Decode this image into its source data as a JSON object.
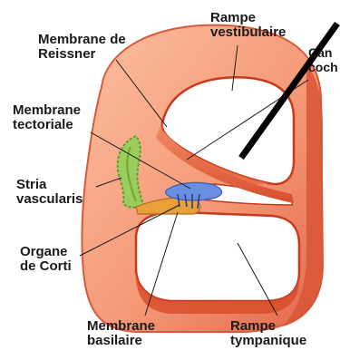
{
  "labels": {
    "rampe_vestibulaire": [
      "Rampe",
      "vestibulaire"
    ],
    "membrane_reissner": [
      "Membrane de",
      "Reissner"
    ],
    "canal_cochleaire": [
      "Can",
      "coch"
    ],
    "membrane_tectoriale": [
      "Membrane",
      "tectoriale"
    ],
    "stria_vascularis": [
      "Stria",
      "vascularis"
    ],
    "organe_corti": [
      "Organe",
      "de Corti"
    ],
    "membrane_basilaire": [
      "Membrane",
      "basilaire"
    ],
    "rampe_tympanique": [
      "Rampe",
      "tympanique"
    ]
  },
  "colors": {
    "tissue_light": "#f7a882",
    "tissue_mid": "#ee7a55",
    "tissue_dark": "#c8391e",
    "stria_green": "#8cc24e",
    "tectorial_blue": "#5b7fd6",
    "corti_orange": "#e39a2e"
  }
}
